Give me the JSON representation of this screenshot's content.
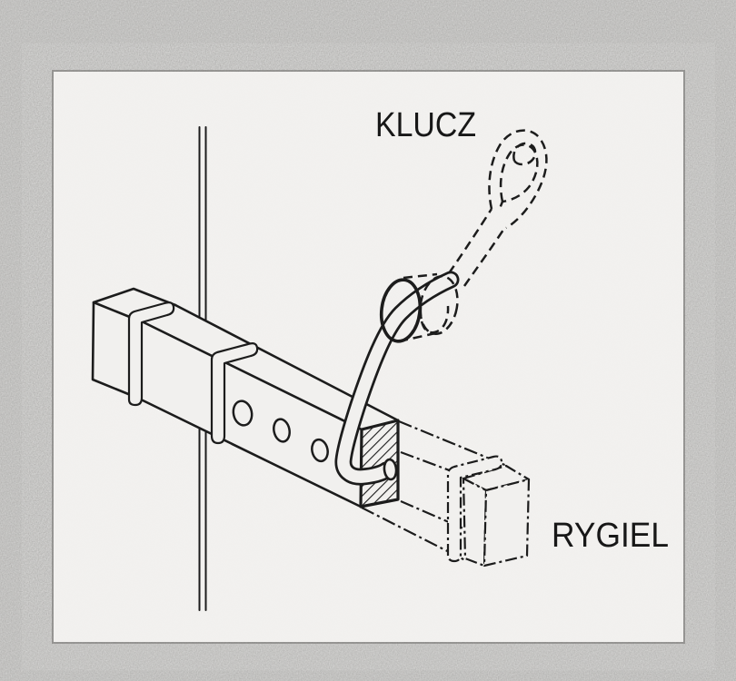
{
  "figure": {
    "type": "technical-line-drawing",
    "description": "Scanned technical illustration of a sliding door bolt (rygiel) operated by a hooked key (klucz). Solid lines show the key hooked into the bolt, dashed lines show the key in the raised position, dash-dot phantom lines show the bolt in its extended position.",
    "labels": {
      "key": "KLUCZ",
      "bolt": "RYGIEL"
    },
    "colors": {
      "background": "#b3b2b0",
      "paper": "#f1f0ee",
      "ink": "#1c1c1c",
      "paper_border": "#8e8d8b"
    }
  }
}
